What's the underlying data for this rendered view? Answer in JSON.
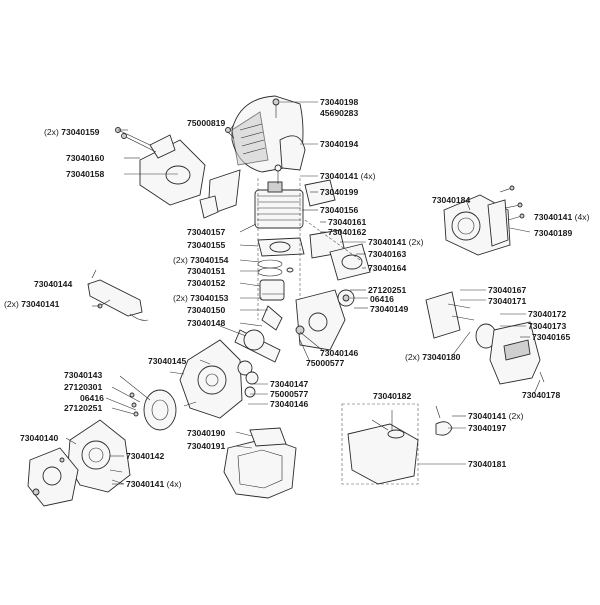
{
  "labels": {
    "l73040198": "73040198",
    "l45690283": "45690283",
    "l75000819": "75000819",
    "l73040159": "73040159",
    "q73040159": "(2x)",
    "l73040194": "73040194",
    "l73040160": "73040160",
    "l73040158": "73040158",
    "l73040141a": "73040141",
    "q73040141a": "(4x)",
    "l73040199": "73040199",
    "l73040156": "73040156",
    "l73040161": "73040161",
    "l73040162": "73040162",
    "l73040157": "73040157",
    "l73040155": "73040155",
    "l73040154": "73040154",
    "q73040154": "(2x)",
    "l73040151": "73040151",
    "l73040152": "73040152",
    "l73040153": "73040153",
    "q73040153": "(2x)",
    "l73040150": "73040150",
    "l73040148": "73040148",
    "l73040141b": "73040141",
    "q73040141b": "(2x)",
    "l73040163": "73040163",
    "l73040164": "73040164",
    "l27120251a": "27120251",
    "l06416a": "06416",
    "l73040149": "73040149",
    "l73040146a": "73040146",
    "l75000577a": "75000577",
    "l73040184": "73040184",
    "l73040141c": "73040141",
    "q73040141c": "(4x)",
    "l73040189": "73040189",
    "l73040144": "73040144",
    "l73040141d": "73040141",
    "q73040141d": "(2x)",
    "l73040167": "73040167",
    "l73040171": "73040171",
    "l73040172": "73040172",
    "l73040173": "73040173",
    "l73040165": "73040165",
    "l73040180": "73040180",
    "q73040180": "(2x)",
    "l73040178": "73040178",
    "l73040145": "73040145",
    "l73040143": "73040143",
    "l27120301": "27120301",
    "l06416b": "06416",
    "l27120251b": "27120251",
    "l73040147": "73040147",
    "l75000577b": "75000577",
    "l73040146b": "73040146",
    "l73040182": "73040182",
    "l73040141e": "73040141",
    "q73040141e": "(2x)",
    "l73040197": "73040197",
    "l73040181": "73040181",
    "l73040140": "73040140",
    "l73040190": "73040190",
    "l73040191": "73040191",
    "l73040142": "73040142",
    "l73040141f": "73040141",
    "q73040141f": "(4x)"
  }
}
